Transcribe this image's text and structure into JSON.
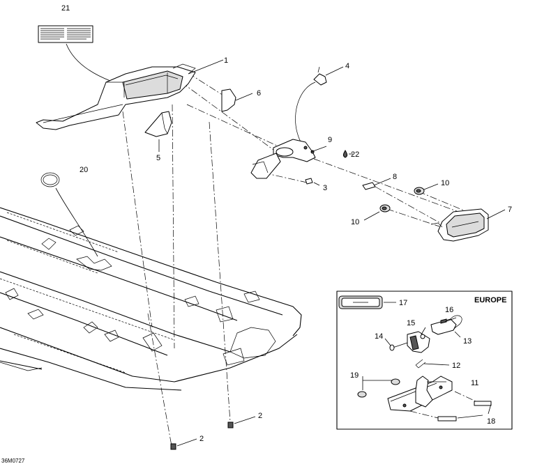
{
  "diagram_code": "36M0727",
  "region_label": "EUROPE",
  "callouts": {
    "c1": "1",
    "c2a": "2",
    "c2b": "2",
    "c3": "3",
    "c4": "4",
    "c5": "5",
    "c6": "6",
    "c7": "7",
    "c8": "8",
    "c9": "9",
    "c10a": "10",
    "c10b": "10",
    "c11": "11",
    "c12": "12",
    "c13": "13",
    "c14": "14",
    "c15": "15",
    "c16": "16",
    "c17": "17",
    "c18": "18",
    "c19": "19",
    "c20": "20",
    "c21": "21",
    "c22": "22"
  },
  "colors": {
    "line": "#000000",
    "fill": "#ffffff",
    "shade": "#dcdcdc"
  }
}
